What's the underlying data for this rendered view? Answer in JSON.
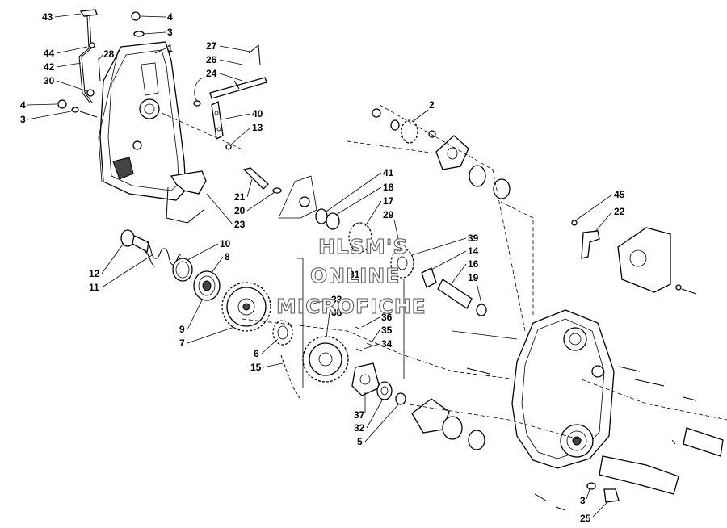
{
  "watermark": {
    "line1": "HLSM'S",
    "line2": "ONLINE",
    "line3": "MICROFICHE",
    "color": "#555555"
  },
  "callouts": {
    "c43": "43",
    "c4a": "4",
    "c3a": "3",
    "c1": "1",
    "c44": "44",
    "c42": "42",
    "c28": "28",
    "c30": "30",
    "c27": "27",
    "c26": "26",
    "c24": "24",
    "c4b": "4",
    "c3b": "3",
    "c40": "40",
    "c13": "13",
    "c2": "2",
    "c41": "41",
    "c18": "18",
    "c17": "17",
    "c29": "29",
    "c21": "21",
    "c20": "20",
    "c23": "23",
    "c45": "45",
    "c22": "22",
    "c10": "10",
    "c8": "8",
    "c12": "12",
    "c11": "11",
    "c39": "39",
    "c14": "14",
    "c16": "16",
    "c19": "19",
    "c31": "31",
    "c33": "33",
    "c38": "38",
    "c9": "9",
    "c7": "7",
    "c36": "36",
    "c35": "35",
    "c34": "34",
    "c6": "6",
    "c15": "15",
    "c37": "37",
    "c32": "32",
    "c5": "5",
    "c3c": "3",
    "c25": "25"
  }
}
